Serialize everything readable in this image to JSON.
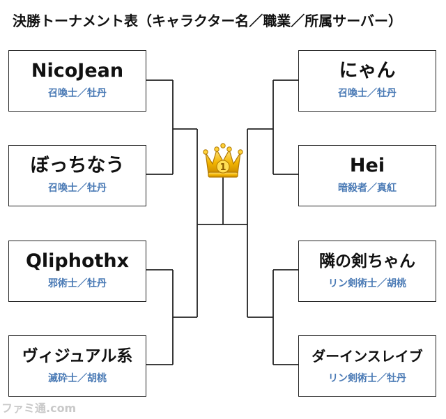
{
  "title": "決勝トーナメント表（キャラクター名／職業／所属サーバー）",
  "left_players": [
    {
      "name": "NicoJean",
      "job": "召喚士／牡丹"
    },
    {
      "name": "ぼっちなう",
      "job": "召喚士／牡丹"
    },
    {
      "name": "Qliphothx",
      "job": "邪術士／牡丹"
    },
    {
      "name": "ヴィジュアル系",
      "job": "滅砕士／胡桃"
    }
  ],
  "right_players": [
    {
      "name": "にゃん",
      "job": "召喚士／牡丹"
    },
    {
      "name": "Hei",
      "job": "暗殺者／真紅"
    },
    {
      "name": "隣の剣ちゃん",
      "job": "リン剣術士／胡桃"
    },
    {
      "name": "ダーインスレイブ",
      "job": "リン剣術士／牡丹"
    }
  ],
  "trophy": {
    "icon": "crown-icon",
    "label": "1"
  },
  "watermark": "ファミ通.com",
  "colors": {
    "job_text": "#4a7ab5",
    "crown": "#e8a800"
  }
}
